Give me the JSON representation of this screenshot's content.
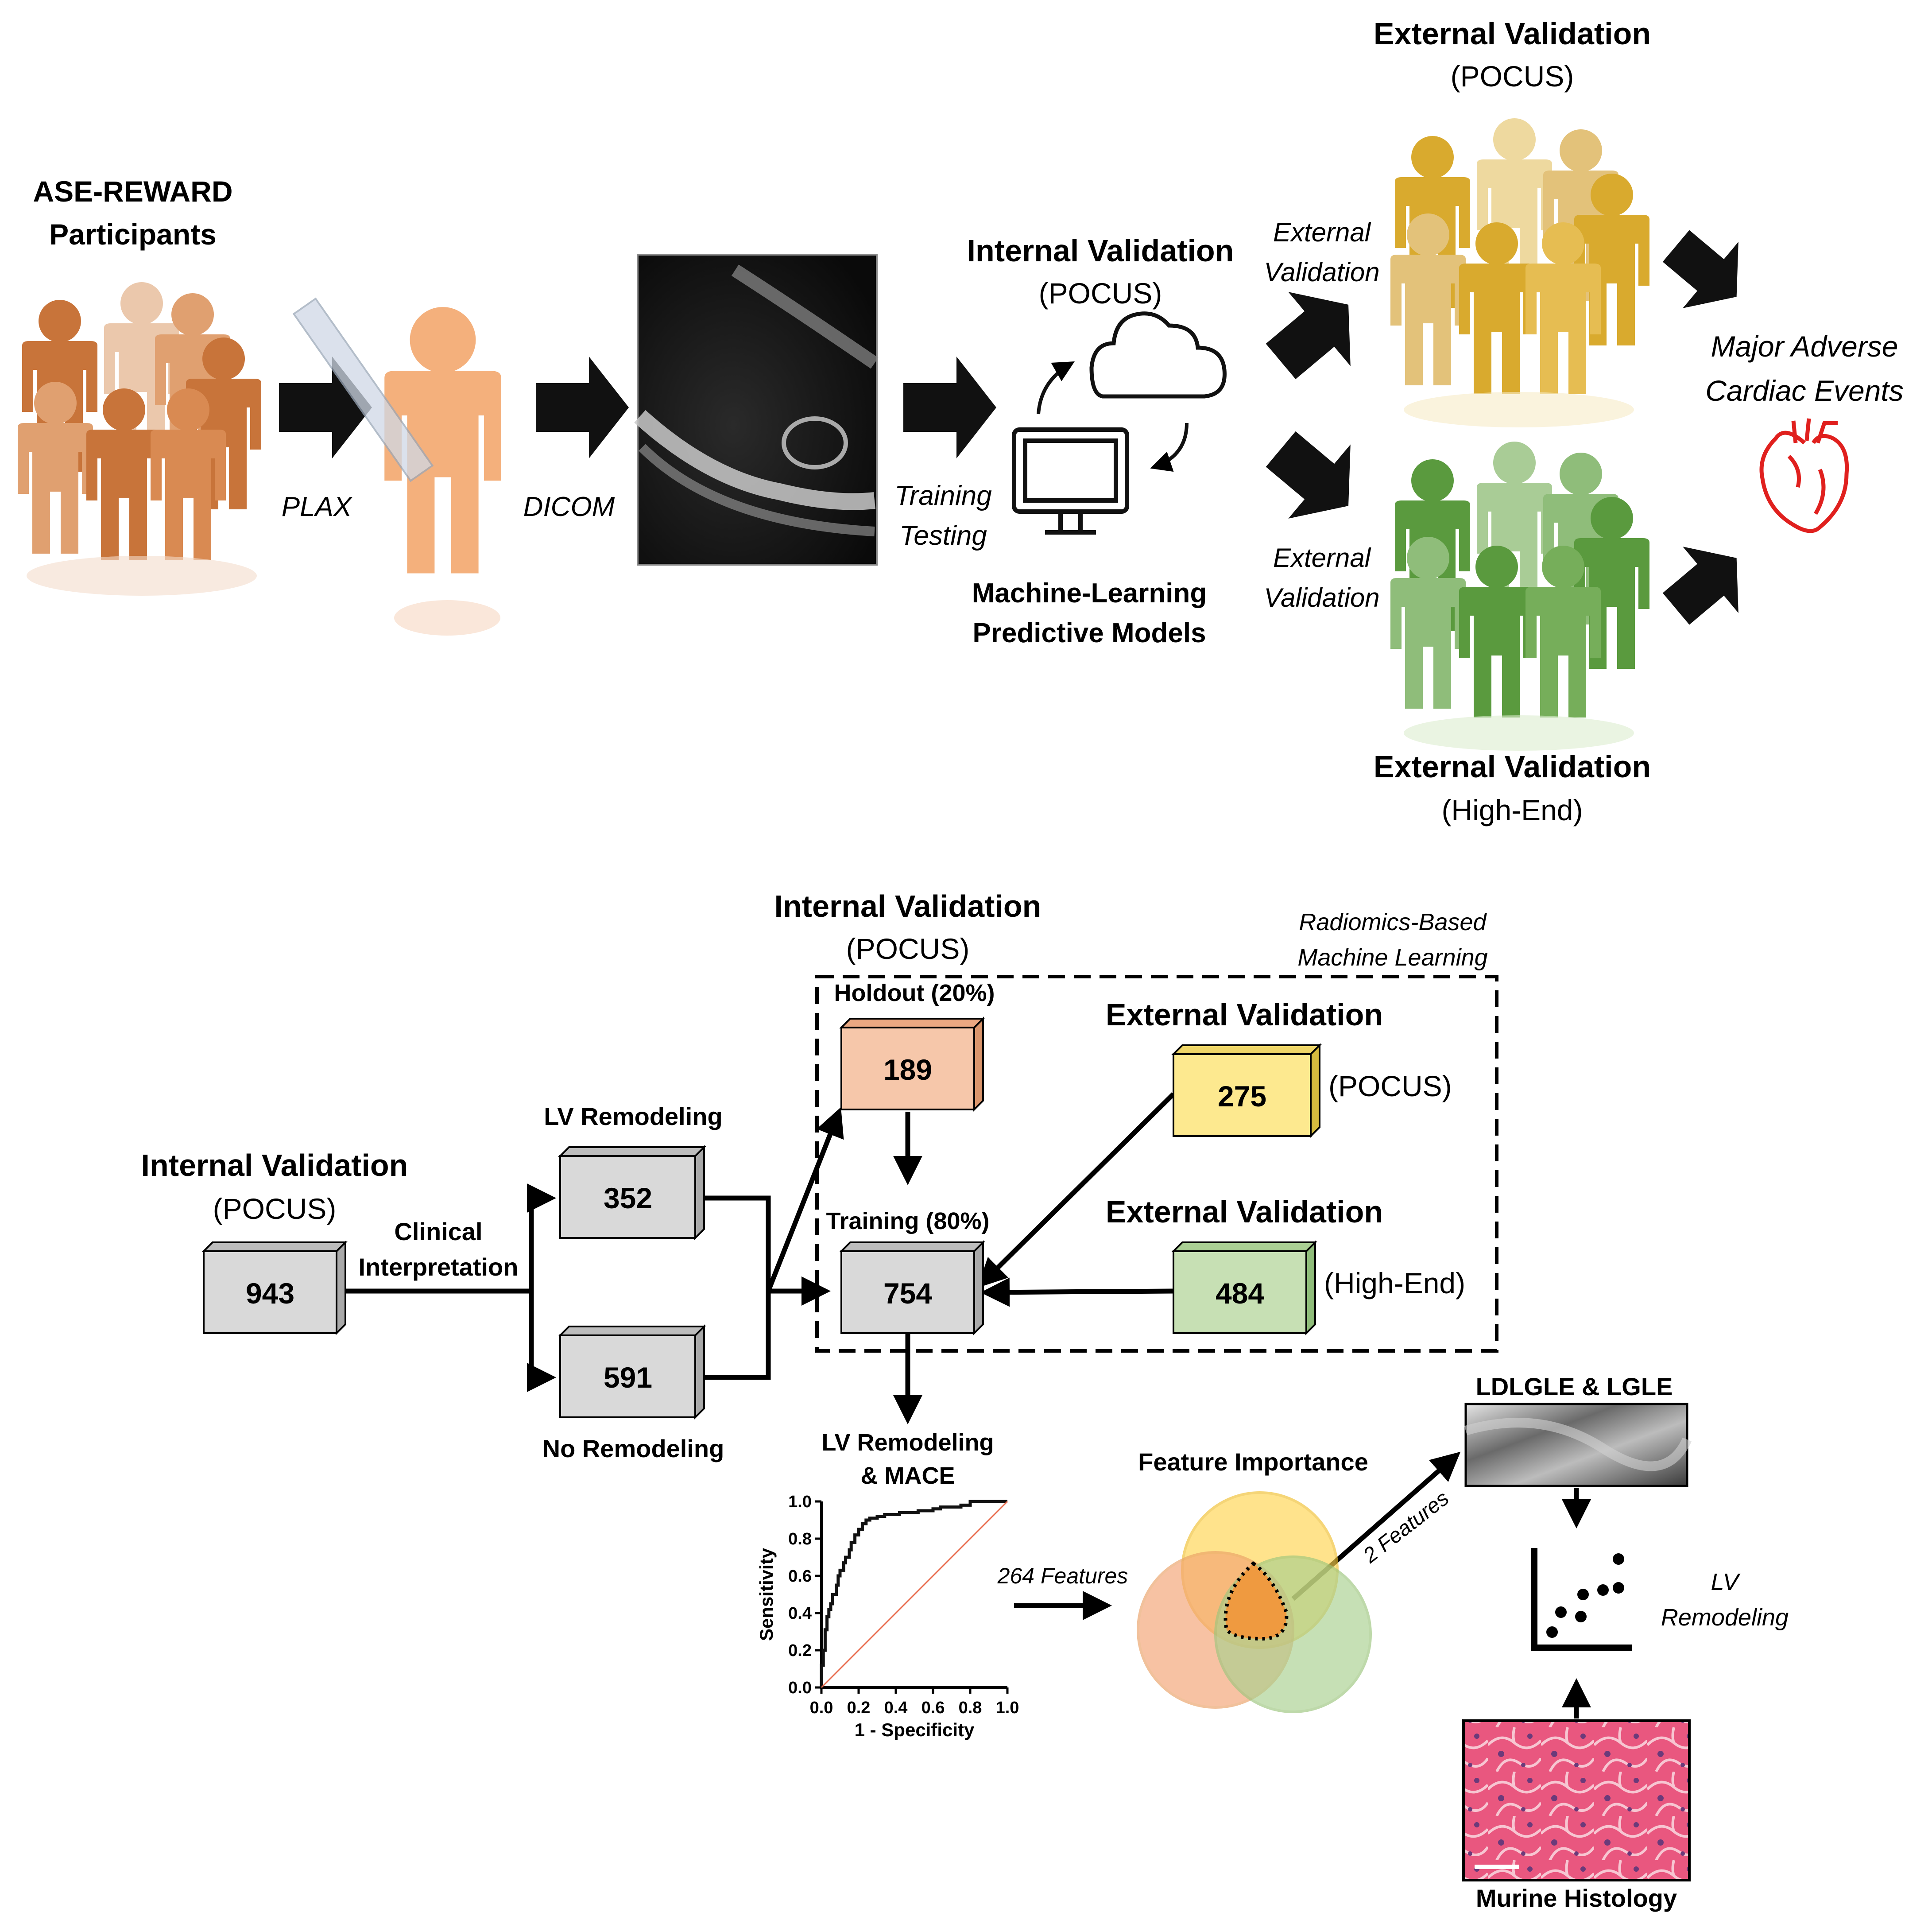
{
  "top": {
    "participants_title_1": "ASE-REWARD",
    "participants_title_2": "Participants",
    "plax": "PLAX",
    "dicom": "DICOM",
    "training": "Training",
    "testing": "Testing",
    "internal_title": "Internal Validation",
    "internal_sub": "(POCUS)",
    "ml_1": "Machine-Learning",
    "ml_2": "Predictive Models",
    "ext_arrow_1a": "External",
    "ext_arrow_1b": "Validation",
    "ext_arrow_2a": "External",
    "ext_arrow_2b": "Validation",
    "ext_pocus_title": "External Validation",
    "ext_pocus_sub": "(POCUS)",
    "ext_high_title": "External Validation",
    "ext_high_sub": "(High-End)",
    "mace_1": "Major Adverse",
    "mace_2": "Cardiac Events"
  },
  "bottom": {
    "internal_title": "Internal Validation",
    "internal_sub": "(POCUS)",
    "box_943": "943",
    "clinical_1": "Clinical",
    "clinical_2": "Interpretation",
    "lv_remodeling": "LV Remodeling",
    "box_352": "352",
    "box_591": "591",
    "no_remodeling": "No Remodeling",
    "internal_title_2": "Internal Validation",
    "internal_sub_2": "(POCUS)",
    "radiomics_1": "Radiomics-Based",
    "radiomics_2": "Machine Learning",
    "holdout": "Holdout (20%)",
    "box_189": "189",
    "training": "Training (80%)",
    "box_754": "754",
    "ext_pocus_title": "External Validation",
    "box_275": "275",
    "pocus": "(POCUS)",
    "ext_high_title": "External Validation",
    "box_484": "484",
    "high_end": "(High-End)",
    "lv_mace_1": "LV Remodeling",
    "lv_mace_2": "& MACE",
    "features_264": "264 Features",
    "feature_importance": "Feature Importance",
    "features_2": "2 Features",
    "ldlgle": "LDLGLE & LGLE",
    "lv_rem_1": "LV",
    "lv_rem_2": "Remodeling",
    "murine": "Murine Histology"
  },
  "chart_data": {
    "type": "line",
    "xlabel": "1 - Specificity",
    "ylabel": "Sensitivity",
    "xlim": [
      0,
      1
    ],
    "ylim": [
      0,
      1
    ],
    "xticks": [
      "0.0",
      "0.2",
      "0.4",
      "0.6",
      "0.8",
      "1.0"
    ],
    "yticks": [
      "0.0",
      "0.2",
      "0.4",
      "0.6",
      "0.8",
      "1.0"
    ],
    "series": [
      {
        "color": "#111111",
        "x": [
          0.0,
          0.0,
          0.01,
          0.02,
          0.02,
          0.03,
          0.04,
          0.05,
          0.06,
          0.08,
          0.09,
          0.1,
          0.12,
          0.13,
          0.15,
          0.16,
          0.18,
          0.2,
          0.22,
          0.24,
          0.26,
          0.3,
          0.34,
          0.38,
          0.42,
          0.48,
          0.52,
          0.56,
          0.6,
          0.64,
          0.7,
          0.75,
          0.8,
          0.85,
          0.9,
          1.0
        ],
        "y": [
          0.0,
          0.12,
          0.2,
          0.25,
          0.31,
          0.38,
          0.42,
          0.45,
          0.5,
          0.55,
          0.6,
          0.63,
          0.67,
          0.7,
          0.74,
          0.78,
          0.82,
          0.85,
          0.88,
          0.9,
          0.91,
          0.92,
          0.93,
          0.93,
          0.94,
          0.94,
          0.95,
          0.95,
          0.96,
          0.97,
          0.97,
          0.98,
          1.0,
          1.0,
          1.0,
          1.0
        ]
      },
      {
        "color": "#e8694a",
        "x": [
          0,
          1
        ],
        "y": [
          0,
          1
        ]
      }
    ]
  },
  "colors": {
    "orange_people": [
      "#c8743a",
      "#d98a52",
      "#e0a070",
      "#ebc8ac",
      "#f0b890"
    ],
    "gold_people": [
      "#d9aa2e",
      "#e6bd52",
      "#eed99f",
      "#e3c27a"
    ],
    "green_people": [
      "#5a9a3e",
      "#76ae5a",
      "#a9cc96",
      "#8fbd7a"
    ],
    "box_gray": "#d9d9d9",
    "box_orange": "#f6c7aa",
    "box_yellow": "#fde98f",
    "box_green": "#c7e0b4",
    "heart_red": "#e0201e",
    "venn_yellow": "#ffd54f",
    "venn_orange": "#f4a372",
    "venn_green": "#a9d08e"
  }
}
